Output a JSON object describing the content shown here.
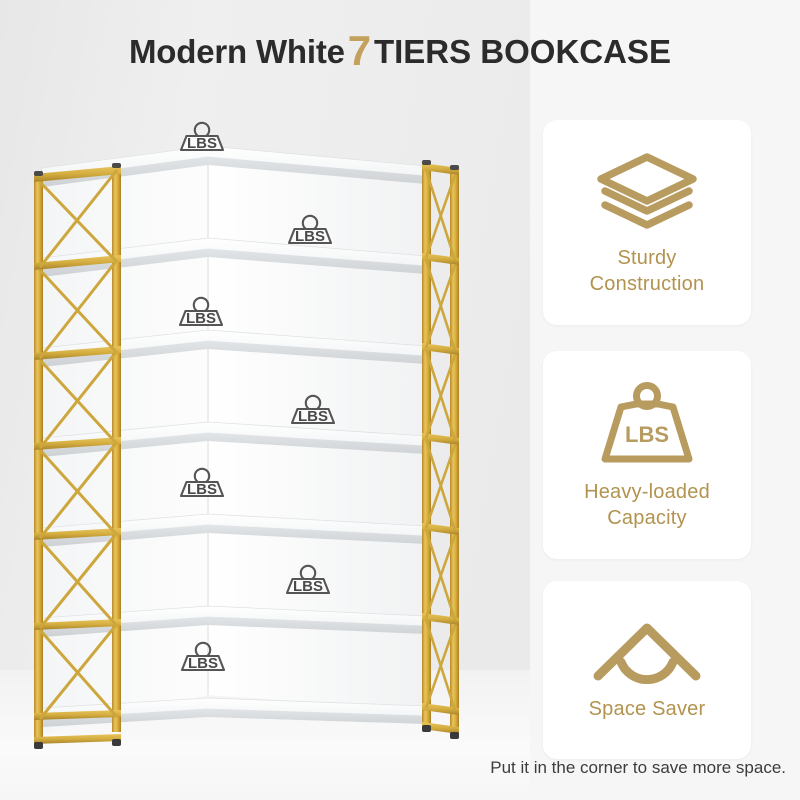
{
  "header": {
    "title_lead": "Modern White",
    "title_number": "7",
    "title_tail": "TIERS BOOKCASE"
  },
  "colors": {
    "gold_accent": "#c3a15c",
    "gold_icon": "#b89b5e",
    "gold_label": "#b2934f",
    "frame_gold": "#d4ad3f",
    "frame_gold_dark": "#a9832a",
    "shelf_white": "#ffffff",
    "shelf_edge": "#d4d7d9",
    "background": "#ececec",
    "card_white": "#ffffff",
    "title_dark": "#2b2b2b",
    "lbs_gray": "#4a4a4a"
  },
  "product": {
    "tier_count": 7,
    "shelf_badge_label": "LBS",
    "shelf_badges": [
      {
        "label": "LBS",
        "side": "left",
        "tier": 1
      },
      {
        "label": "LBS",
        "side": "right",
        "tier": 2
      },
      {
        "label": "LBS",
        "side": "left",
        "tier": 3
      },
      {
        "label": "LBS",
        "side": "right",
        "tier": 4
      },
      {
        "label": "LBS",
        "side": "left",
        "tier": 5
      },
      {
        "label": "LBS",
        "side": "right",
        "tier": 6
      },
      {
        "label": "LBS",
        "side": "left",
        "tier": 7
      }
    ]
  },
  "features": [
    {
      "icon": "stacked-layers-icon",
      "label_line1": "Sturdy",
      "label_line2": "Construction"
    },
    {
      "icon": "lbs-weight-icon",
      "icon_text": "LBS",
      "label_line1": "Heavy-loaded",
      "label_line2": "Capacity"
    },
    {
      "icon": "space-saver-corner-icon",
      "label_line1": "Space Saver",
      "label_line2": ""
    }
  ],
  "footer": {
    "caption": "Put it in the corner to save more space."
  }
}
